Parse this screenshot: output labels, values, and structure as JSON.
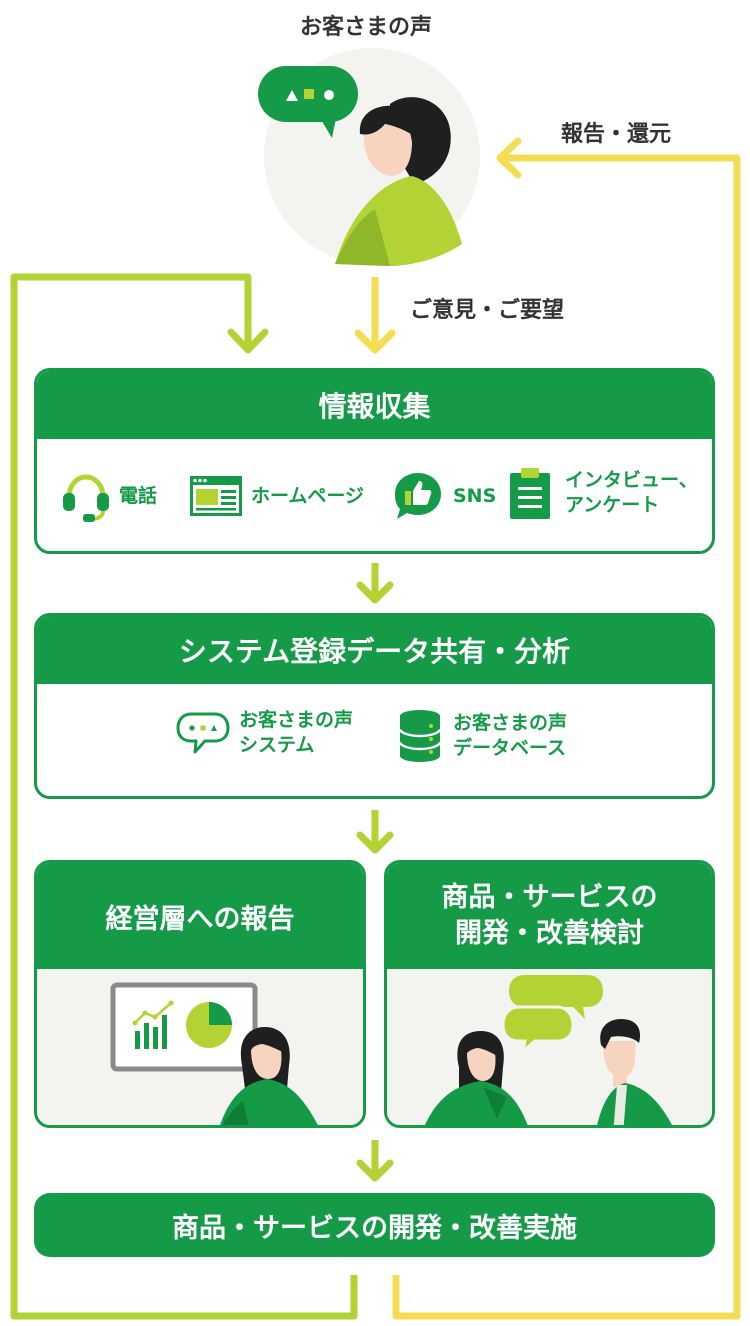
{
  "top": {
    "title": "お客さまの声",
    "feedback_label": "ご意見・ご要望",
    "report_label": "報告・還元"
  },
  "collection": {
    "title": "情報収集",
    "items": [
      {
        "label": "電話",
        "icon": "headset-icon"
      },
      {
        "label": "ホームページ",
        "icon": "webpage-icon"
      },
      {
        "label": "SNS",
        "icon": "sns-thumbs-up-icon"
      },
      {
        "label_line1": "インタビュー、",
        "label_line2": "アンケート",
        "icon": "clipboard-icon"
      }
    ]
  },
  "sharing": {
    "title": "システム登録データ共有・分析",
    "items": [
      {
        "label_line1": "お客さまの声",
        "label_line2": "システム",
        "icon": "chat-bubble-icon"
      },
      {
        "label_line1": "お客さまの声",
        "label_line2": "データベース",
        "icon": "database-icon"
      }
    ]
  },
  "report": {
    "title": "経営層への報告"
  },
  "review": {
    "title_line1": "商品・サービスの",
    "title_line2": "開発・改善検討"
  },
  "implementation": {
    "title": "商品・サービスの開発・改善実施"
  },
  "colors": {
    "green": "#159a47",
    "lime": "#b3d334",
    "yellow": "#f4dd52",
    "skin": "#f7d4bf"
  }
}
